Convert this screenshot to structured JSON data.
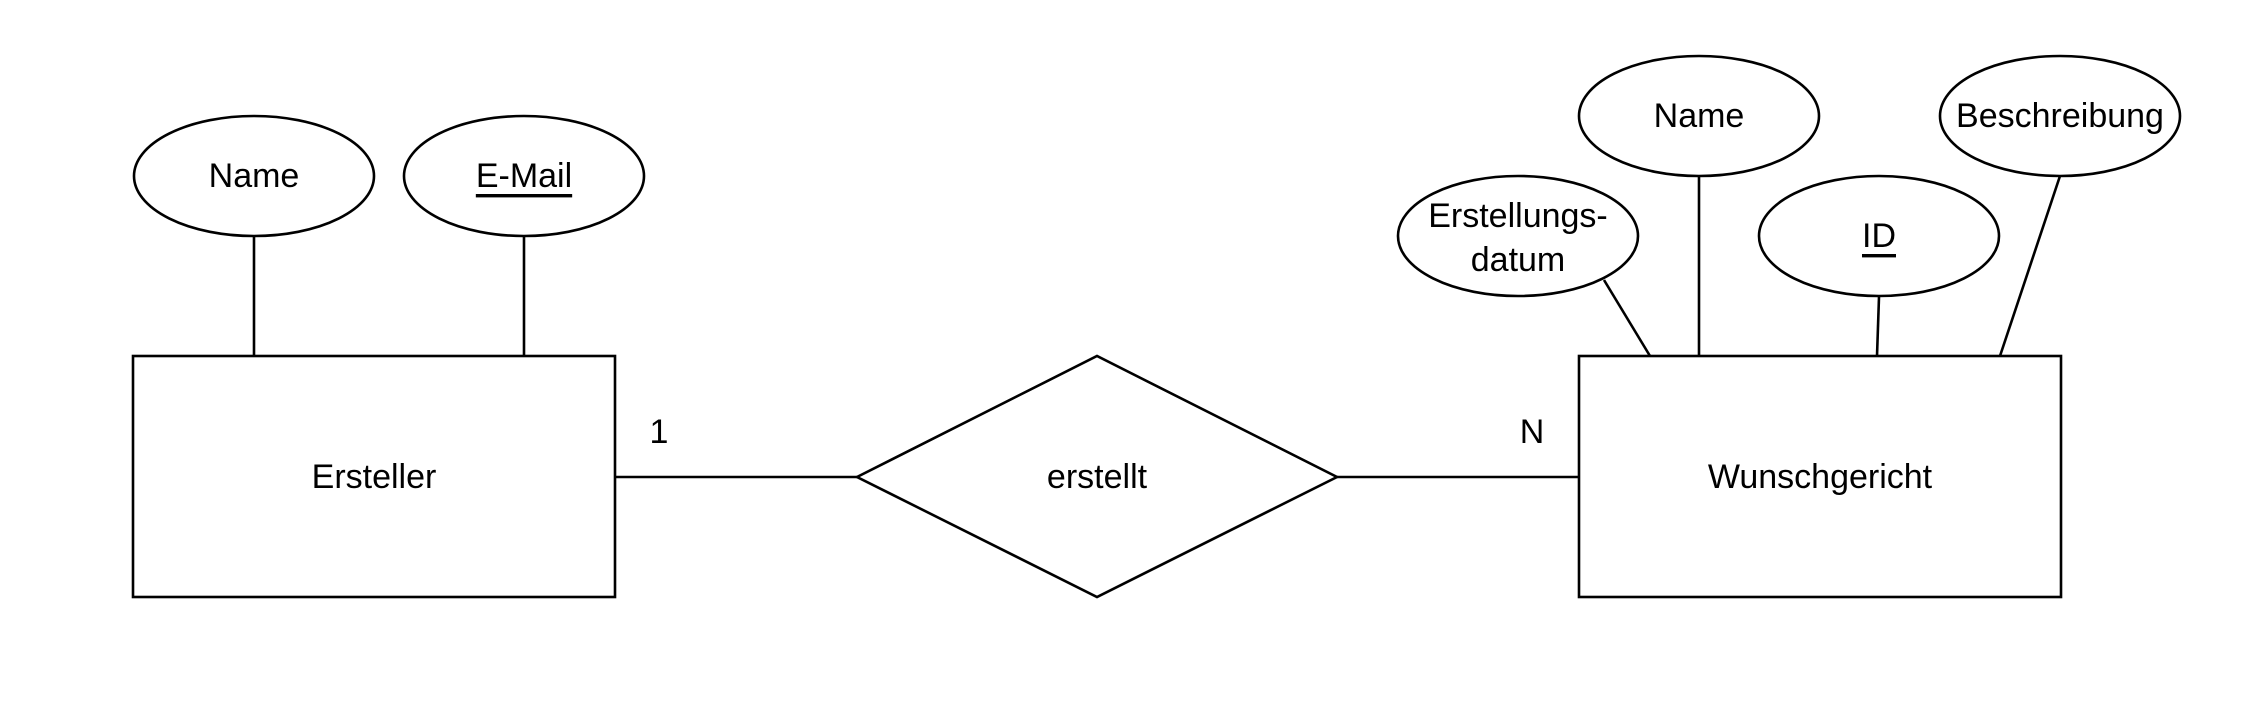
{
  "diagram": {
    "entities": {
      "ersteller": {
        "label": "Ersteller"
      },
      "wunschgericht": {
        "label": "Wunschgericht"
      }
    },
    "relationship": {
      "label": "erstellt"
    },
    "cardinalities": {
      "ersteller_side": "1",
      "wunschgericht_side": "N"
    },
    "attributes": {
      "ersteller_name": {
        "label": "Name",
        "key": false
      },
      "ersteller_email": {
        "label": "E-Mail",
        "key": true
      },
      "wg_erstellungsdatum": {
        "line1": "Erstellungs-",
        "line2": "datum",
        "key": false
      },
      "wg_name": {
        "label": "Name",
        "key": false
      },
      "wg_id": {
        "label": "ID",
        "key": true
      },
      "wg_beschreibung": {
        "label": "Beschreibung",
        "key": false
      }
    }
  }
}
